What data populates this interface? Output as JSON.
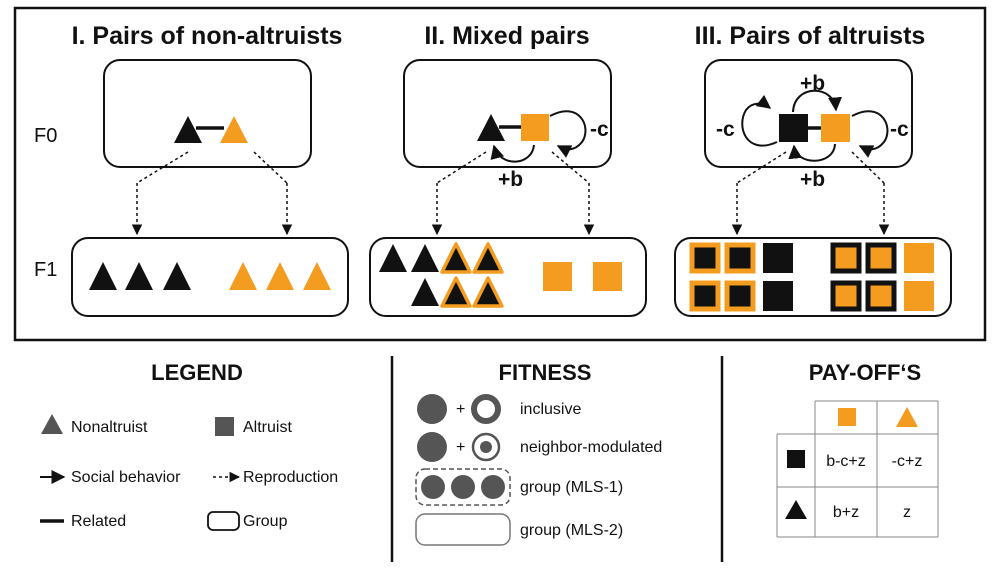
{
  "colors": {
    "altruist": "#F39C1F",
    "nonaltruist": "#111111",
    "grey": "#555555",
    "line": "#111111"
  },
  "panels": [
    {
      "title": "I. Pairs of non-altruists"
    },
    {
      "title": "II. Mixed pairs",
      "cost_label": "-c",
      "benefit_label": "+b"
    },
    {
      "title": "III. Pairs of altruists",
      "cost_label_left": "-c",
      "cost_label_right": "-c",
      "benefit_label_top": "+b",
      "benefit_label_bottom": "+b"
    }
  ],
  "generations": {
    "f0": "F0",
    "f1": "F1"
  },
  "legend": {
    "title": "LEGEND",
    "nonaltruist": "Nonaltruist",
    "altruist": "Altruist",
    "social": "Social behavior",
    "reproduction": "Reproduction",
    "related": "Related",
    "group": "Group"
  },
  "fitness": {
    "title": "FITNESS",
    "plus": "+",
    "inclusive": "inclusive",
    "neighbor": "neighbor-modulated",
    "mls1": "group (MLS-1)",
    "mls2": "group (MLS-2)"
  },
  "payoffs": {
    "title": "PAY-OFF‘S",
    "cells": [
      [
        "b-c+z",
        "-c+z"
      ],
      [
        "b+z",
        "z"
      ]
    ]
  }
}
